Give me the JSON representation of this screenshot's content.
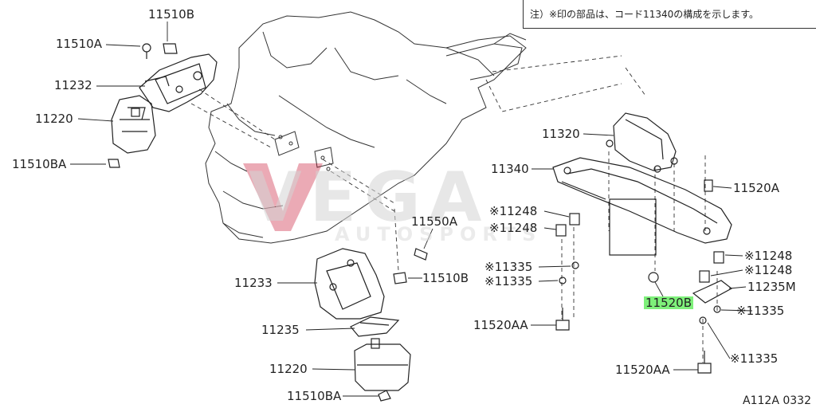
{
  "note": "注）※印の部品は、コード11340の構成を示します。",
  "figure_code": "A112A 0332",
  "watermark": {
    "main": "VEGA",
    "sub": "AUTOSPORTS",
    "accent_color": "#c8102e"
  },
  "labels": {
    "p11510b_top": "11510B",
    "p11510a": "11510A",
    "p11232": "11232",
    "p11220_left": "11220",
    "p11510ba_left": "11510BA",
    "p11550a": "11550A",
    "p11233": "11233",
    "p11510b_mid": "11510B",
    "p11235": "11235",
    "p11220_bottom": "11220",
    "p11510ba_bottom": "11510BA",
    "p11320": "11320",
    "p11340": "11340",
    "p11520a": "11520A",
    "p11248_a": "※11248",
    "p11248_b": "※11248",
    "p11248_c": "※11248",
    "p11248_d": "※11248",
    "p11335_a": "※11335",
    "p11335_b": "※11335",
    "p11335_c": "※11335",
    "p11335_d": "※11335",
    "p11235m": "11235M",
    "p11520b": "11520B",
    "p11520aa_left": "11520AA",
    "p11520aa_right": "11520AA"
  },
  "highlight_color": "#7ef07a"
}
